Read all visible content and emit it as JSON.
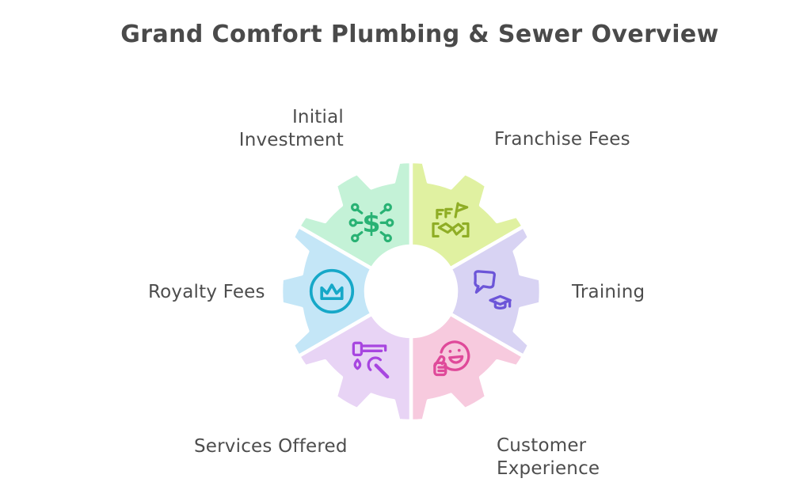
{
  "page": {
    "title": "Grand Comfort Plumbing & Sewer Overview",
    "background": "#ffffff",
    "title_color": "#4a4a4a",
    "label_color": "#4d4d4d"
  },
  "diagram": {
    "type": "gear-segment-infographic",
    "segment_count": 6,
    "center": "blank-white-circle",
    "segments": [
      {
        "id": "initial-investment",
        "label": "Initial Investment",
        "fill": "#c4f2d7",
        "icon": "money-allocation-icon",
        "icon_color": "#29b274",
        "mid_angle_deg": 330
      },
      {
        "id": "franchise-fees",
        "label": "Franchise Fees",
        "fill": "#e0f1a1",
        "icon": "handshake-flag-icon",
        "icon_color": "#8fad25",
        "mid_angle_deg": 30
      },
      {
        "id": "training",
        "label": "Training",
        "fill": "#d8d3f3",
        "icon": "graduation-training-icon",
        "icon_color": "#6c55d8",
        "mid_angle_deg": 90
      },
      {
        "id": "customer-experience",
        "label": "Customer Experience",
        "fill": "#f7cade",
        "icon": "smile-thumbs-up-icon",
        "icon_color": "#df4a9a",
        "mid_angle_deg": 150
      },
      {
        "id": "services-offered",
        "label": "Services Offered",
        "fill": "#e8d4f5",
        "icon": "faucet-wrench-icon",
        "icon_color": "#a746e0",
        "mid_angle_deg": 210
      },
      {
        "id": "royalty-fees",
        "label": "Royalty Fees",
        "fill": "#c4e6f7",
        "icon": "crown-icon",
        "icon_color": "#16a8c8",
        "mid_angle_deg": 270
      }
    ]
  }
}
